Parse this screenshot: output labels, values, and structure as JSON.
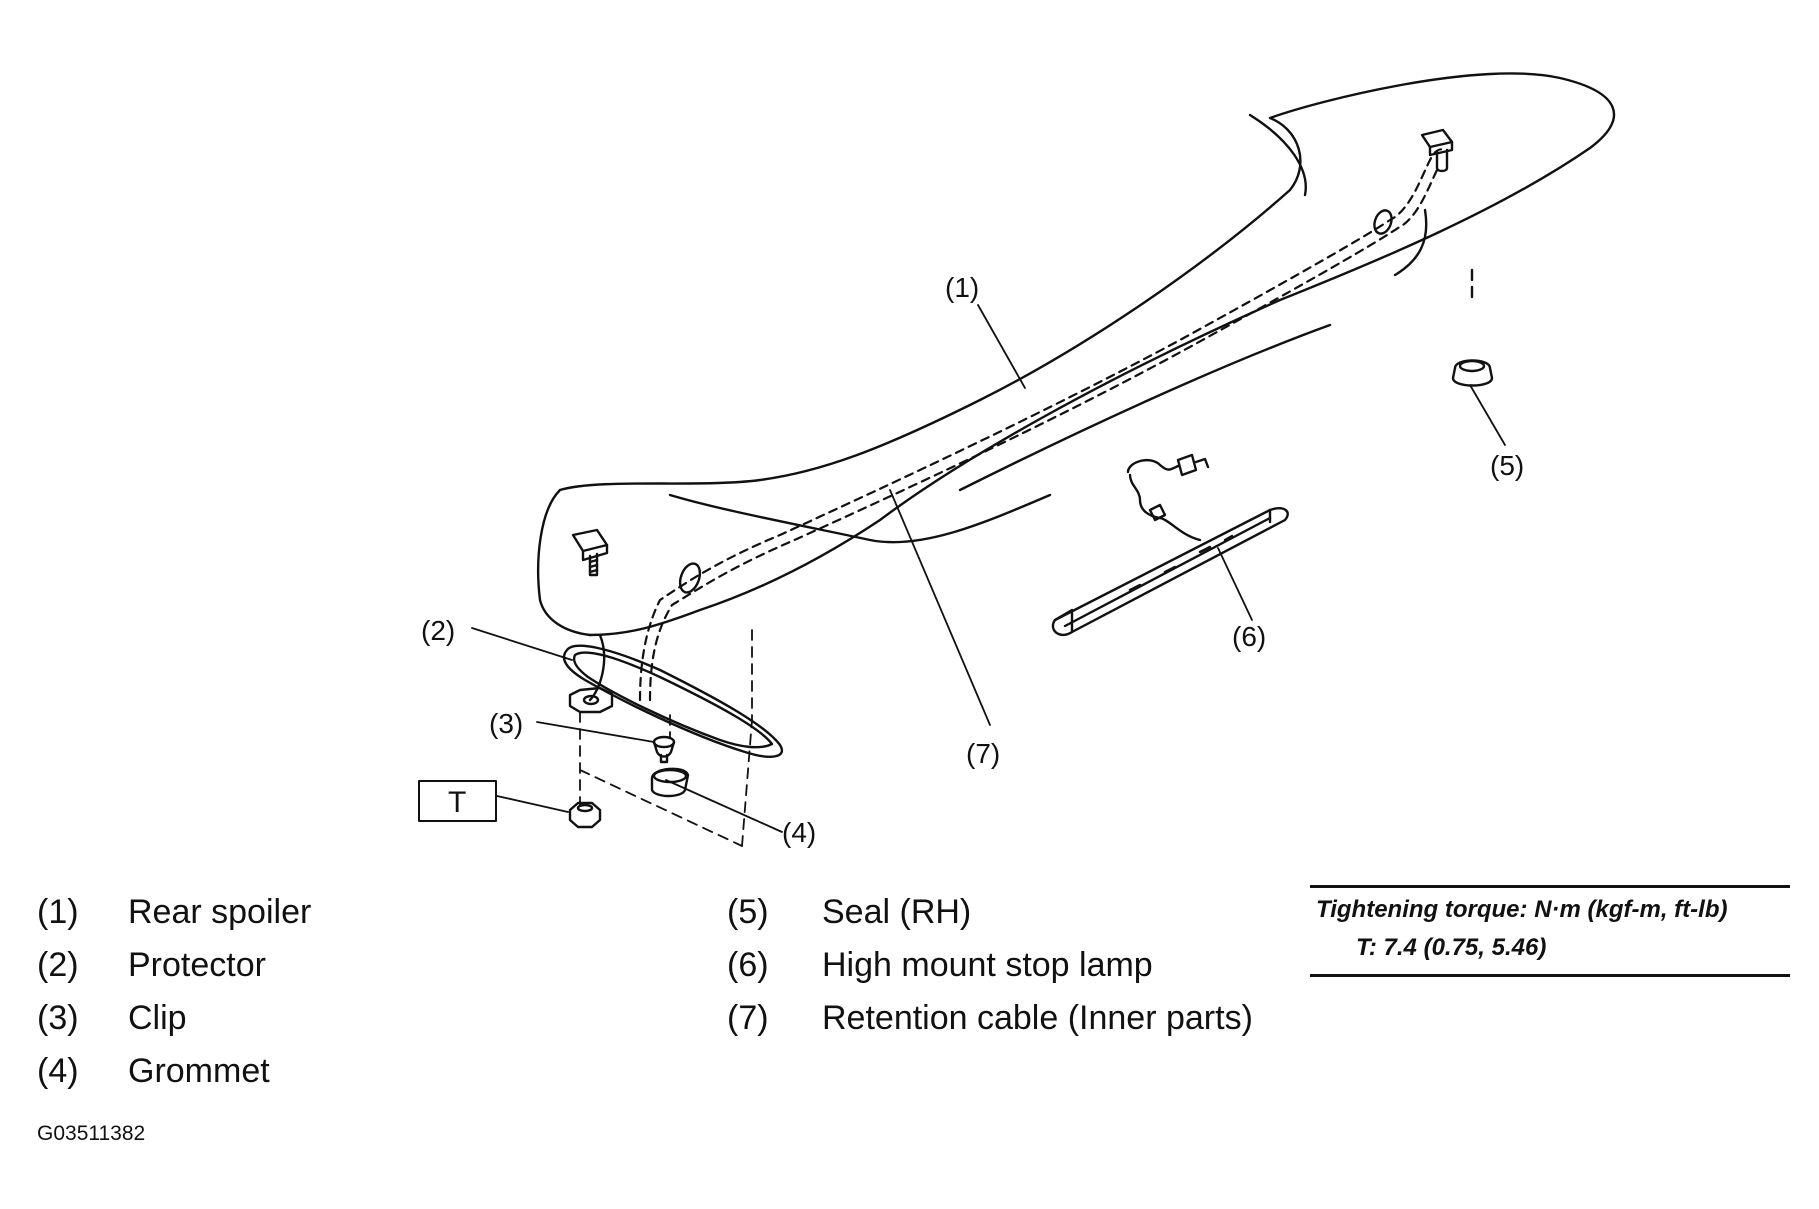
{
  "callouts": {
    "c1": "(1)",
    "c2": "(2)",
    "c3": "(3)",
    "c4": "(4)",
    "c5": "(5)",
    "c6": "(6)",
    "c7": "(7)",
    "torque_box": "T"
  },
  "legend": {
    "left": [
      {
        "num": "(1)",
        "name": "Rear spoiler"
      },
      {
        "num": "(2)",
        "name": "Protector"
      },
      {
        "num": "(3)",
        "name": "Clip"
      },
      {
        "num": "(4)",
        "name": "Grommet"
      }
    ],
    "right": [
      {
        "num": "(5)",
        "name": "Seal (RH)"
      },
      {
        "num": "(6)",
        "name": "High mount stop lamp"
      },
      {
        "num": "(7)",
        "name": "Retention cable (Inner parts)"
      }
    ]
  },
  "torque": {
    "heading": "Tightening torque: N·m (kgf-m, ft-lb)",
    "value": "T:   7.4 (0.75, 5.46)"
  },
  "figure_code": "G03511382",
  "icons": {
    "spoiler": "rear-spoiler-drawing",
    "lamp": "stop-lamp-drawing",
    "seal": "seal-drawing",
    "bolt": "bolt-icon",
    "nut": "nut-icon"
  }
}
